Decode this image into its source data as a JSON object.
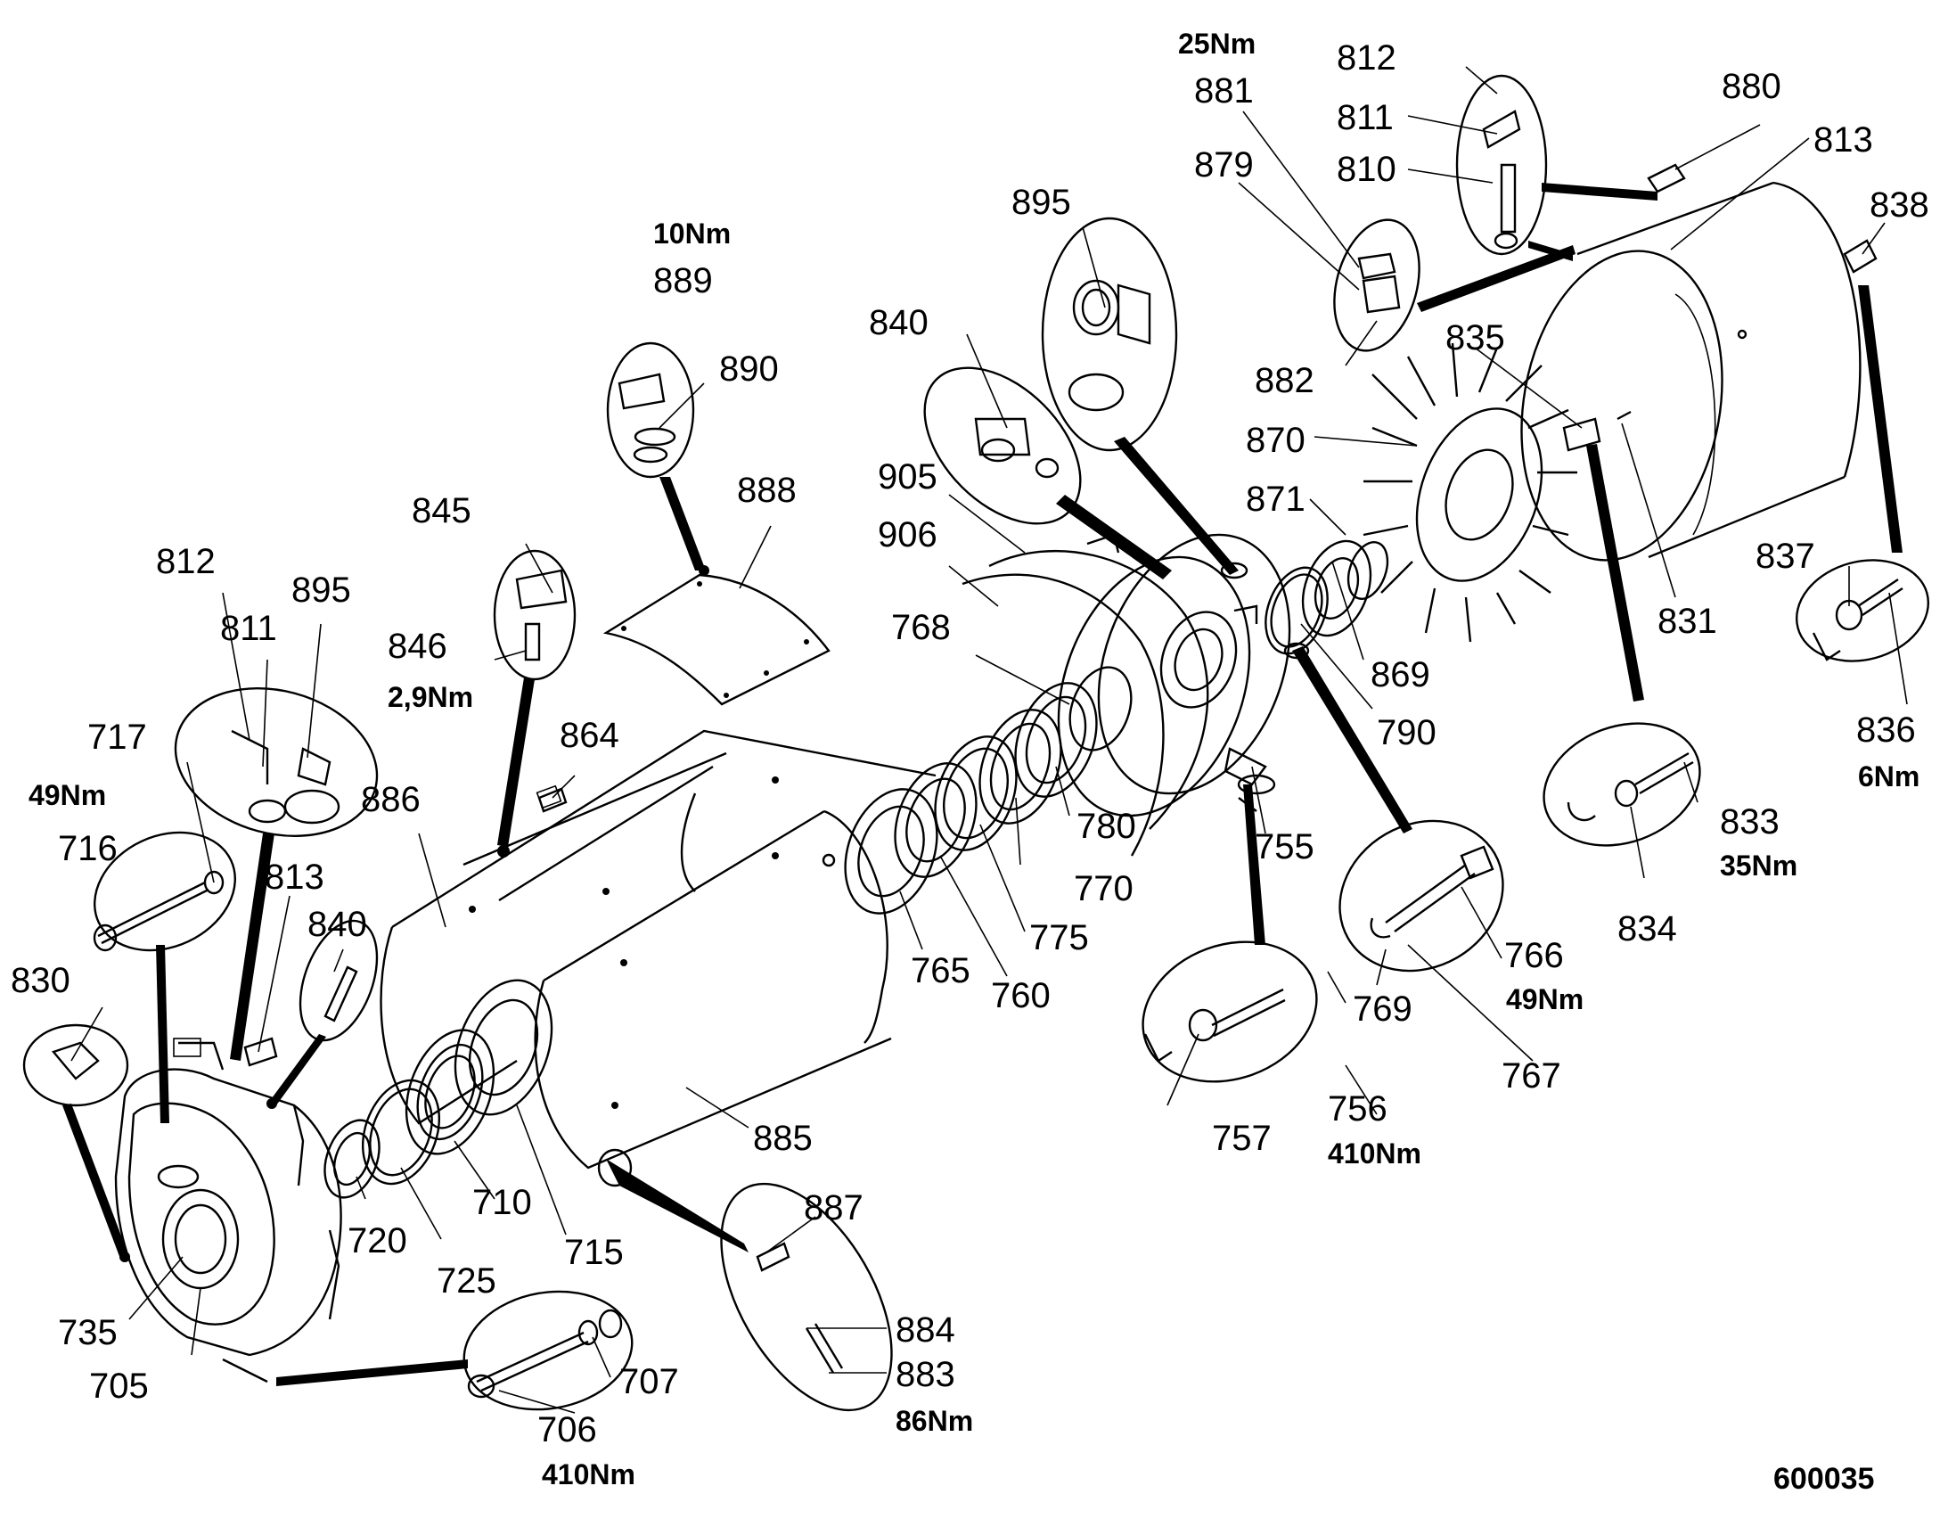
{
  "labels": {
    "p812a": "812",
    "p811a": "811",
    "p810": "810",
    "p880": "880",
    "p813a": "813",
    "p838": "838",
    "p881": "881",
    "p879": "879",
    "p882": "882",
    "p895a": "895",
    "p835": "835",
    "p870": "870",
    "p871": "871",
    "p869": "869",
    "p790": "790",
    "p831": "831",
    "p837": "837",
    "p836": "836",
    "p833": "833",
    "p834": "834",
    "p840a": "840",
    "p905": "905",
    "p906": "906",
    "p768": "768",
    "p780": "780",
    "p770": "770",
    "p775": "775",
    "p760": "760",
    "p765": "765",
    "p755": "755",
    "p766": "766",
    "p769": "769",
    "p767": "767",
    "p757": "757",
    "p756": "756",
    "p889": "889",
    "p890": "890",
    "p888": "888",
    "p845": "845",
    "p846": "846",
    "p864": "864",
    "p886": "886",
    "p812b": "812",
    "p811b": "811",
    "p895b": "895",
    "p717": "717",
    "p716": "716",
    "p813b": "813",
    "p840b": "840",
    "p830": "830",
    "p735": "735",
    "p705": "705",
    "p720": "720",
    "p725": "725",
    "p710": "710",
    "p715": "715",
    "p885": "885",
    "p887": "887",
    "p884": "884",
    "p883": "883",
    "p707": "707",
    "p706": "706"
  },
  "torques": {
    "t25": "25Nm",
    "t10": "10Nm",
    "t29": "2,9Nm",
    "t49a": "49Nm",
    "t49b": "49Nm",
    "t6": "6Nm",
    "t35": "35Nm",
    "t410a": "410Nm",
    "t410b": "410Nm",
    "t86": "86Nm"
  },
  "drawing_number": "600035"
}
